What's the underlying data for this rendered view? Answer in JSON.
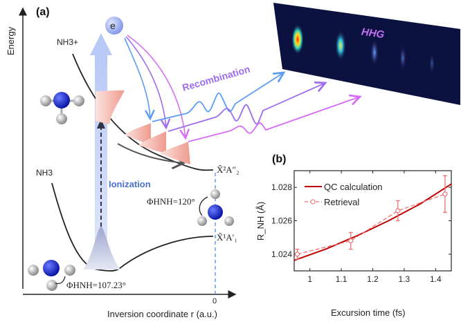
{
  "panel_a": {
    "label": "(a)",
    "y_axis_label": "Energy",
    "x_axis_label": "Inversion coordinate r (a.u.)",
    "x_axis_tick": "0",
    "electron": "e",
    "ion_curve_label": "NH3+",
    "neutral_curve_label": "NH3",
    "ionization_label": "Ionization",
    "recombination_label": "Recombination",
    "hhg_label": "HHG",
    "ion_state_label": "X̃²A″₂",
    "neutral_state_label": "X̃¹A′₁",
    "angle_planar": "ΦHNH=120°",
    "angle_pyramidal": "ΦHNH=107.23°",
    "colors": {
      "electron": "#9fb4f0",
      "recombination": "#9d6cf0",
      "blue_path": "#5b9cf5",
      "magenta_path": "#d46cf5",
      "wavepacket": "#f3a79c",
      "nitrogen": "#1020c8"
    }
  },
  "chart_data": {
    "label": "(b)",
    "type": "line",
    "xlabel": "Excursion time (fs)",
    "ylabel": "R_NH (Å)",
    "xlim": [
      0.95,
      1.45
    ],
    "ylim": [
      1.023,
      1.029
    ],
    "xticks": [
      "1",
      "1.1",
      "1.2",
      "1.3",
      "1.4"
    ],
    "yticks": [
      "1.024",
      "1.026",
      "1.028"
    ],
    "legend_position": "top-left",
    "series": [
      {
        "name": "QC calculation",
        "color": "#c00000",
        "style": "solid",
        "x": [
          0.95,
          1.05,
          1.15,
          1.25,
          1.35,
          1.45
        ],
        "y": [
          1.02363,
          1.0243,
          1.0251,
          1.026,
          1.027,
          1.0282
        ]
      },
      {
        "name": "Retrieval",
        "color": "#f07070",
        "style": "dashed",
        "marker": "circle",
        "x": [
          0.96,
          1.13,
          1.28,
          1.43
        ],
        "y": [
          1.024,
          1.0248,
          1.0266,
          1.0276
        ],
        "error": [
          0.0003,
          0.0005,
          0.0006,
          0.0011
        ]
      }
    ]
  }
}
